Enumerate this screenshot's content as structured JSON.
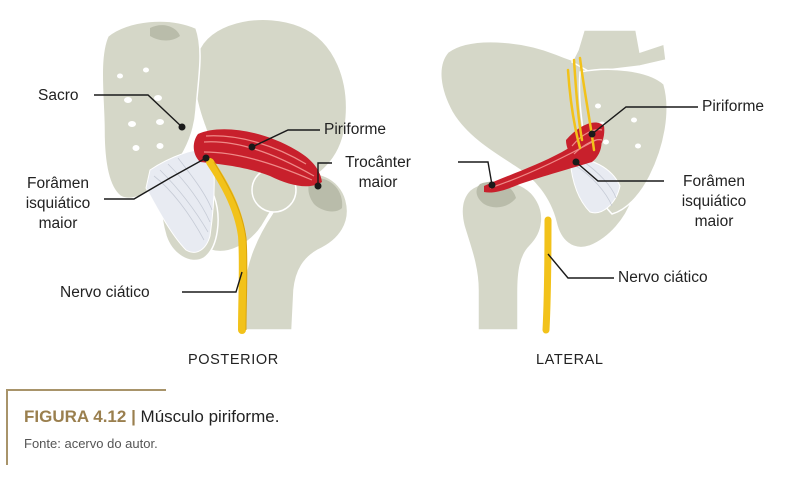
{
  "colors": {
    "bone": "#d5d7c8",
    "bone_outline": "#ffffff",
    "bone_shadow": "#b9bcaa",
    "muscle": "#c8202c",
    "muscle_light": "#ef8a88",
    "nerve": "#f2c21a",
    "ligament": "#e6eaf2",
    "leader": "#1a1a1a",
    "caption_accent": "#9a7f4e"
  },
  "posterior": {
    "view_label": "POSTERIOR",
    "labels": {
      "sacrum": "Sacro",
      "piriformis": "Piriforme",
      "greater_trochanter_line1": "Trocânter",
      "greater_trochanter_line2": "maior",
      "greater_sciatic_foramen_line1": "Forâmen",
      "greater_sciatic_foramen_line2": "isquiático",
      "greater_sciatic_foramen_line3": "maior",
      "sciatic_nerve": "Nervo ciático"
    }
  },
  "lateral": {
    "view_label": "LATERAL",
    "labels": {
      "piriformis": "Piriforme",
      "greater_sciatic_foramen_line1": "Forâmen",
      "greater_sciatic_foramen_line2": "isquiático",
      "greater_sciatic_foramen_line3": "maior",
      "sciatic_nerve": "Nervo ciático"
    }
  },
  "caption": {
    "figure_number": "FIGURA 4.12 |",
    "title": " Músculo piriforme.",
    "source": "Fonte: acervo do autor."
  }
}
